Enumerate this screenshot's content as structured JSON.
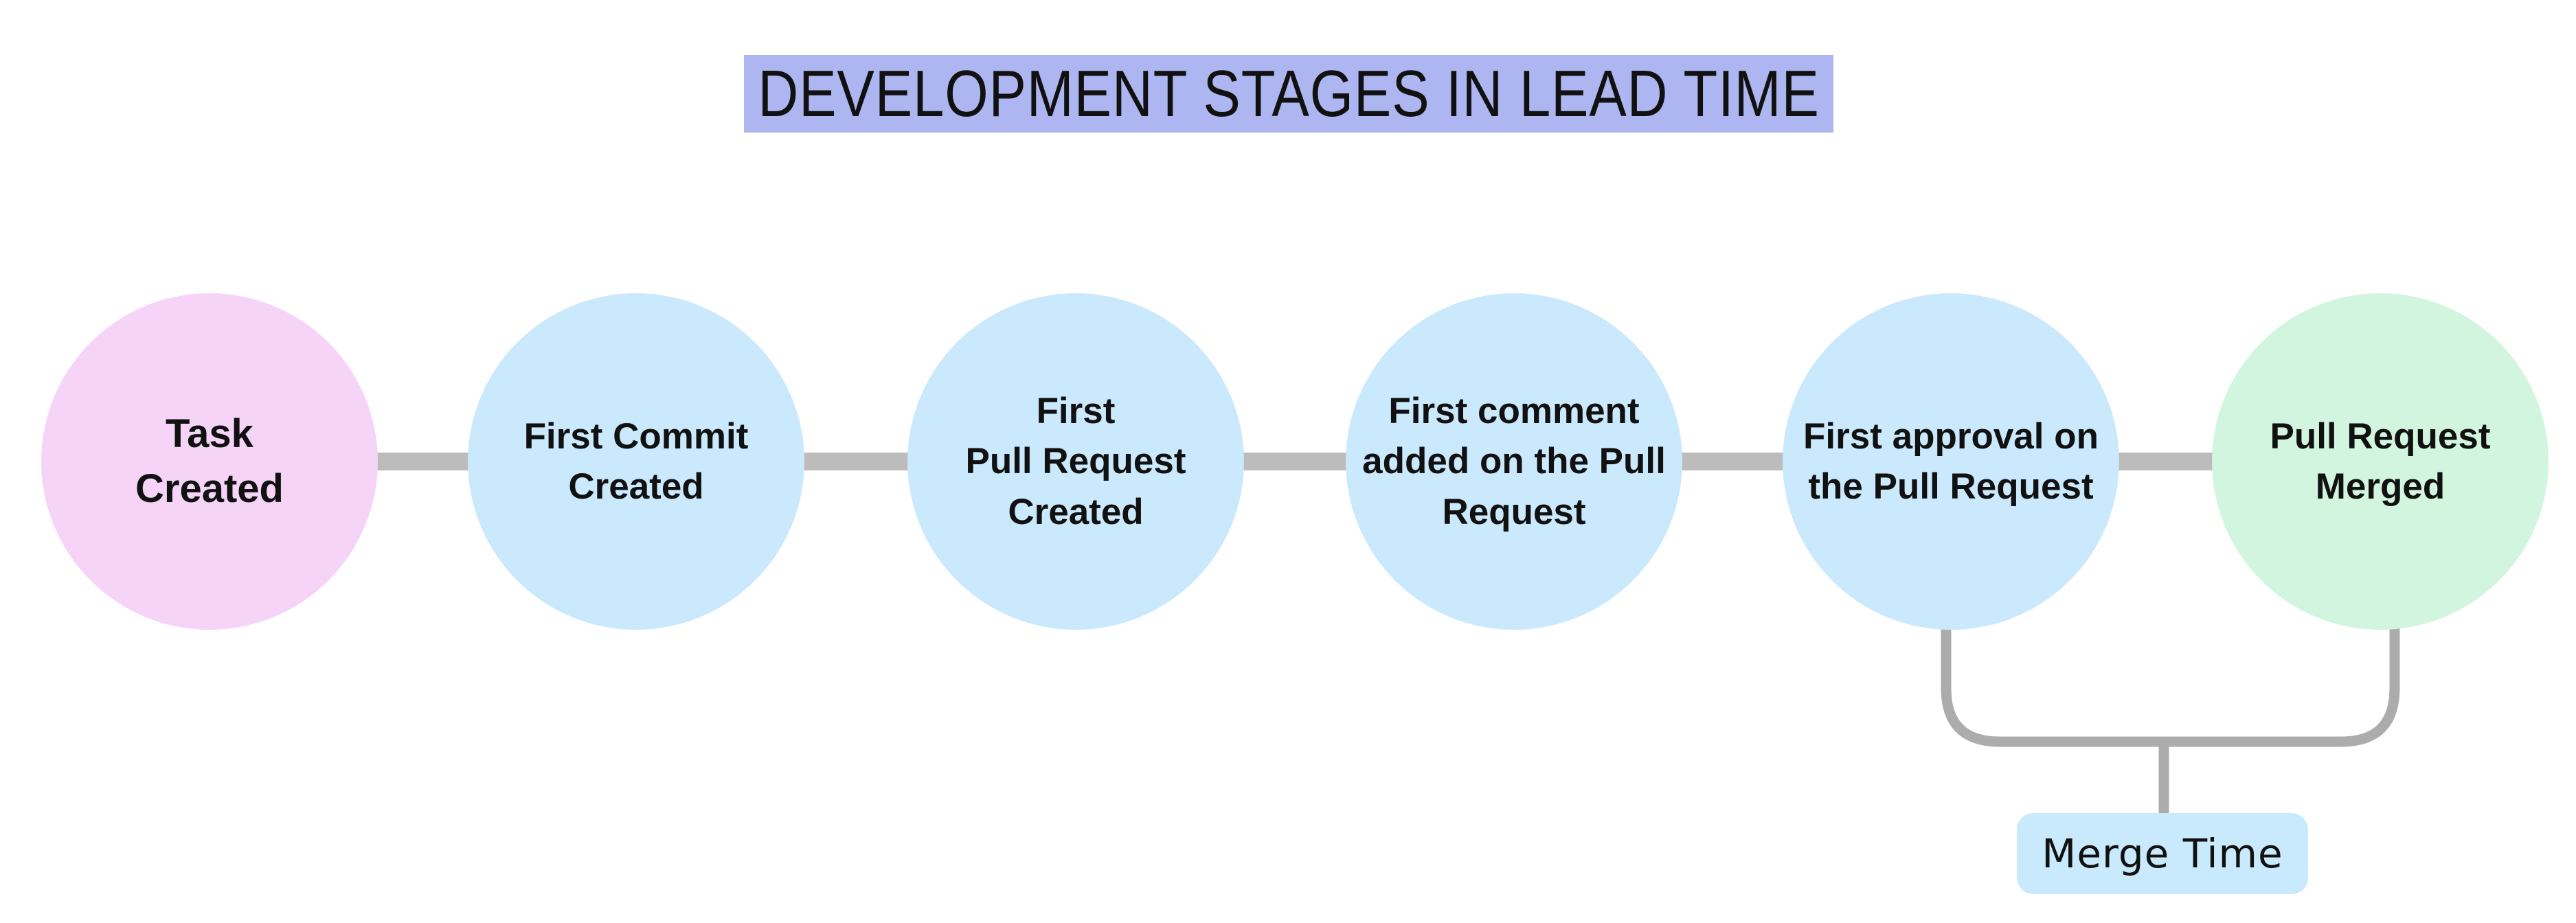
{
  "title": {
    "text": "DEVELOPMENT STAGES IN LEAD TIME"
  },
  "stages": [
    {
      "label": "Task\nCreated",
      "color": "#F6D4F8"
    },
    {
      "label": "First Commit\nCreated",
      "color": "#CBE9FC"
    },
    {
      "label": "First\nPull Request\nCreated",
      "color": "#CBE9FC"
    },
    {
      "label": "First comment\nadded on the Pull\nRequest",
      "color": "#CBE9FC"
    },
    {
      "label": "First approval on\nthe Pull Request",
      "color": "#CBE9FC"
    },
    {
      "label": "Pull Request\nMerged",
      "color": "#D2F5DF"
    }
  ],
  "annotation": {
    "label": "Merge Time",
    "bg": "#C9E9FC"
  },
  "colors": {
    "title_bg": "#ADB6F0",
    "connector": "#BCBCBC",
    "bracket": "#ACACAC",
    "text": "#111111",
    "background": "#FFFFFF"
  }
}
